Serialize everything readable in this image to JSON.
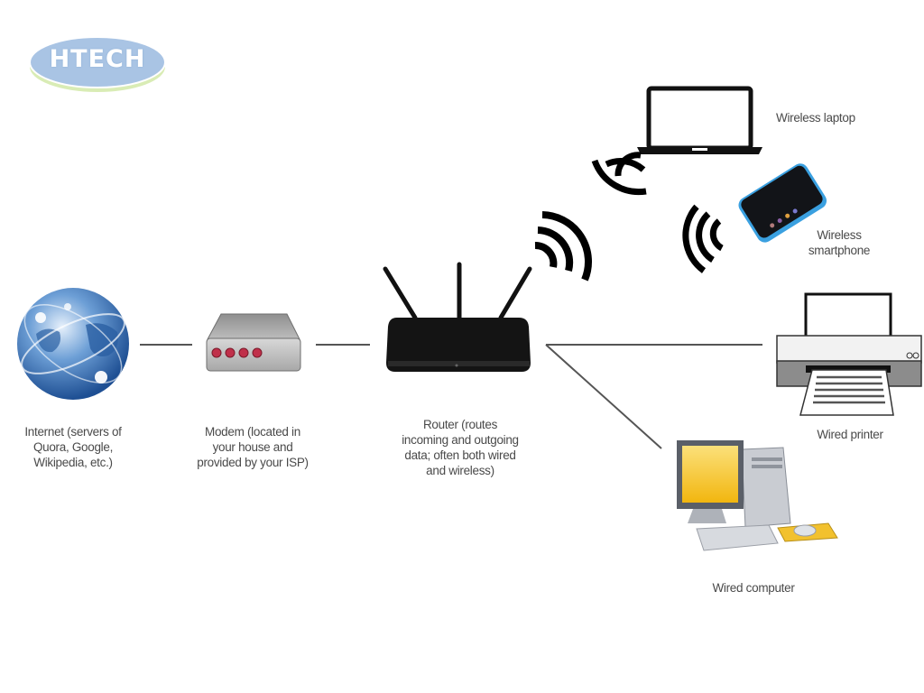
{
  "logo": {
    "text": "HTECH",
    "color": "#a9c4e4",
    "accent": "#d9ecb5"
  },
  "nodes": {
    "internet": {
      "label": "Internet (servers of\nQuora, Google,\nWikipedia, etc.)",
      "icon": "globe-icon"
    },
    "modem": {
      "label": "Modem (located in\nyour house and\nprovided by your ISP)",
      "icon": "modem-icon"
    },
    "router": {
      "label": "Router (routes\nincoming and outgoing\ndata; often both wired\nand wireless)",
      "icon": "router-icon"
    },
    "laptop": {
      "label": "Wireless laptop",
      "icon": "laptop-icon"
    },
    "smartphone": {
      "label": "Wireless\nsmartphone",
      "icon": "smartphone-icon"
    },
    "printer": {
      "label": "Wired printer",
      "icon": "printer-icon"
    },
    "computer": {
      "label": "Wired computer",
      "icon": "desktop-computer-icon"
    }
  },
  "connections": [
    {
      "from": "internet",
      "to": "modem",
      "type": "wired"
    },
    {
      "from": "modem",
      "to": "router",
      "type": "wired"
    },
    {
      "from": "router",
      "to": "printer",
      "type": "wired"
    },
    {
      "from": "router",
      "to": "computer",
      "type": "wired"
    },
    {
      "from": "router",
      "to": "laptop",
      "type": "wireless"
    },
    {
      "from": "router",
      "to": "smartphone",
      "type": "wireless"
    }
  ],
  "colors": {
    "line": "#555555",
    "device_black": "#111111",
    "phone_blue": "#3aa0e0",
    "modem_led": "#c0304a",
    "screen_yellow": "#f6c21a",
    "globe_blue": "#2f6fb8"
  }
}
